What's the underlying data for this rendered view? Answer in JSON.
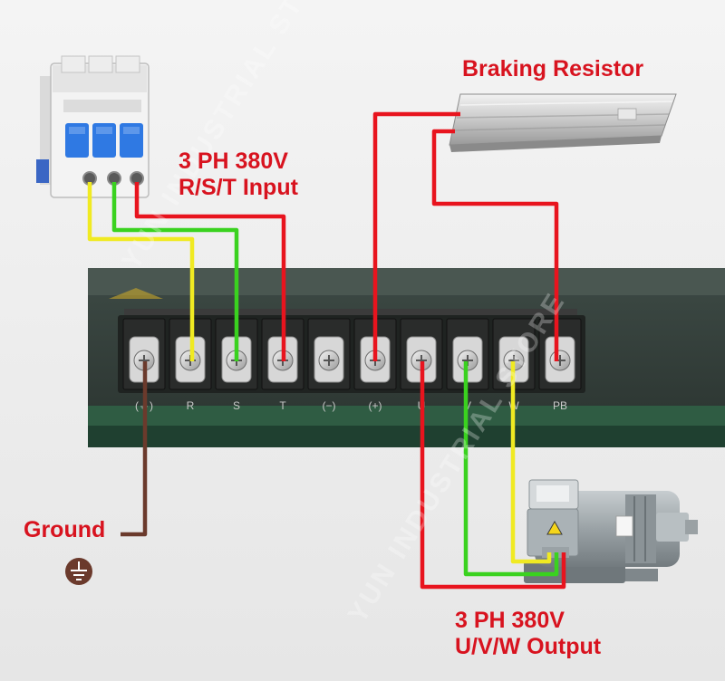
{
  "labels": {
    "braking_resistor": "Braking Resistor",
    "input_line1": "3 PH 380V",
    "input_line2": "R/S/T Input",
    "ground": "Ground",
    "output_line1": "3 PH 380V",
    "output_line2": "U/V/W Output"
  },
  "terminals": [
    {
      "id": "E",
      "label": "(⏚)"
    },
    {
      "id": "R",
      "label": "R"
    },
    {
      "id": "S",
      "label": "S"
    },
    {
      "id": "T",
      "label": "T"
    },
    {
      "id": "N",
      "label": "(−)"
    },
    {
      "id": "P",
      "label": "(+)"
    },
    {
      "id": "U",
      "label": "U"
    },
    {
      "id": "V",
      "label": "V"
    },
    {
      "id": "W",
      "label": "W"
    },
    {
      "id": "PB",
      "label": "PB"
    }
  ],
  "watermark": {
    "line1": "YUN INDUSTRIAL STORE",
    "line2": "YUN INDUSTRIAL STORE"
  },
  "colors": {
    "label_red": "#d8131f",
    "wire_red": "#e8141e",
    "wire_green": "#3ad21f",
    "wire_yellow": "#f0ea22",
    "wire_brown": "#6b3a2c"
  }
}
